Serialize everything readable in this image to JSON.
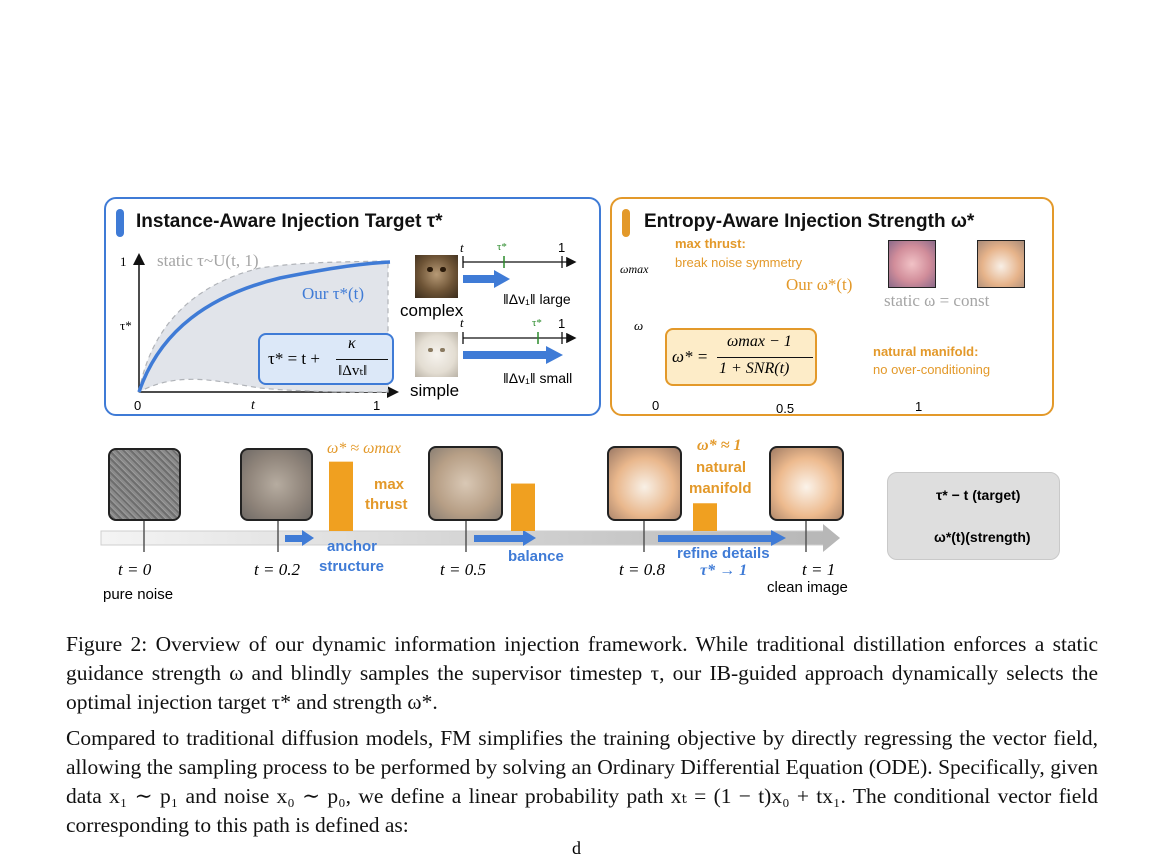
{
  "figure": {
    "left_panel": {
      "title": "Instance-Aware Injection Target τ*",
      "static_label": "static τ~U(t, 1)",
      "curve_label": "Our τ*(t)",
      "formula": "τ* = t + κ / ‖Δvₜ‖",
      "formula_lhs": "τ* = t +",
      "formula_num": "κ",
      "formula_den": "‖Δvₜ‖",
      "y_tick_top": "1",
      "y_tick_mid": "τ*",
      "x_tick_0": "0",
      "x_tick_t": "t",
      "x_tick_1": "1",
      "complex_label": "complex",
      "simple_label": "simple",
      "axis_t": "t",
      "axis_tau": "τ*",
      "axis_1": "1",
      "large_label": "‖Δv₁‖ large",
      "small_label": "‖Δv₁‖ small",
      "complex_icon": "cat-photo-icon",
      "simple_icon": "white-cat-photo-icon"
    },
    "right_panel": {
      "title": "Entropy-Aware Injection Strength ω*",
      "max_thrust": "max thrust:",
      "break_symmetry": "break noise symmetry",
      "curve_label": "Our ω*(t)",
      "static_label": "static ω = const",
      "y_tick_max": "ωmax",
      "y_tick_omega": "ω",
      "formula_lhs": "ω* =",
      "formula_num": "ωmax − 1",
      "formula_den": "1 + SNR(t)",
      "natural_manifold": "natural manifold:",
      "no_overcond": "no over-conditioning",
      "x_tick_0": "0",
      "x_tick_05": "0.5",
      "x_tick_1": "1"
    },
    "timeline": {
      "points": [
        {
          "t": "t = 0",
          "sub": "pure noise"
        },
        {
          "t": "t = 0.2",
          "sub": ""
        },
        {
          "t": "t = 0.5",
          "sub": ""
        },
        {
          "t": "t = 0.8",
          "sub": ""
        },
        {
          "t": "t = 1",
          "sub": "clean image"
        }
      ],
      "bar_top_label_1": "ω* ≈ ωmax",
      "bar_label_1a": "max",
      "bar_label_1b": "thrust",
      "bar_top_label_3": "ω* ≈ 1",
      "bar_label_3a": "natural",
      "bar_label_3b": "manifold",
      "arrow_label_1a": "anchor",
      "arrow_label_1b": "structure",
      "arrow_label_2": "balance",
      "arrow_label_3a": "refine details",
      "arrow_label_3b": "τ* → 1",
      "strength_bars": [
        0.95,
        0.65,
        0.38
      ],
      "legend_target": "τ* − t (target)",
      "legend_strength": "ω*(t)(strength)"
    },
    "colors": {
      "blue": "#3f7bd6",
      "orange": "#e3992a",
      "gray_band": "#e1e4ea"
    }
  },
  "caption": "Figure 2: Overview of our dynamic information injection framework. While traditional distillation enforces a static guidance strength ω and blindly samples the supervisor timestep τ, our IB-guided approach dynamically selects the optimal injection target τ* and strength ω*.",
  "body_text": "Compared to traditional diffusion models, FM simplifies the training objective by directly regressing the vector field, allowing the sampling process to be performed by solving an Ordinary Differential Equation (ODE). Specifically, given data x₁ ∼ p₁ and noise x₀ ∼ p₀, we define a linear probability path xₜ = (1 − t)x₀ + tx₁. The conditional vector field corresponding to this path is defined as:",
  "page_fragment": "d"
}
